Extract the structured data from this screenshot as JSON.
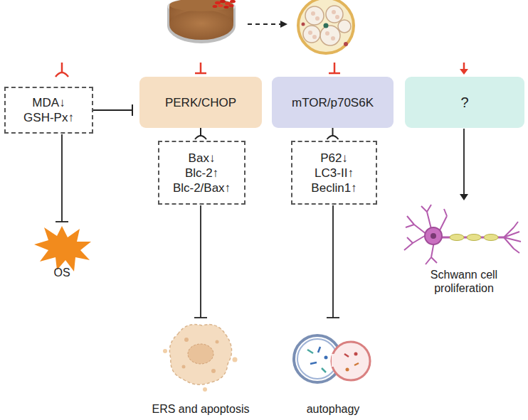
{
  "diagram": {
    "nodes": [
      {
        "text": [
          "MDA↓",
          "GSH-Px↑"
        ]
      },
      {
        "text": [
          "PERK/CHOP"
        ]
      },
      {
        "text": [
          "mTOR/p70S6K"
        ]
      },
      {
        "text": [
          "?"
        ]
      },
      {
        "text": [
          "Bax↓",
          "Blc-2↑",
          "Blc-2/Bax↑"
        ]
      },
      {
        "text": [
          "P62↓",
          "LC3-II↑",
          "Beclin1↑"
        ]
      }
    ],
    "edges": [
      {
        "from": 0,
        "to": 1,
        "arrow": "to"
      },
      {
        "from": 1,
        "to": 4,
        "arrow": "to"
      },
      {
        "from": 2,
        "to": 5,
        "arrow": "to"
      }
    ],
    "labels": [
      "OS",
      "ERS and apoptosis",
      "autophagy",
      "Schwann cell proliferation"
    ]
  }
}
